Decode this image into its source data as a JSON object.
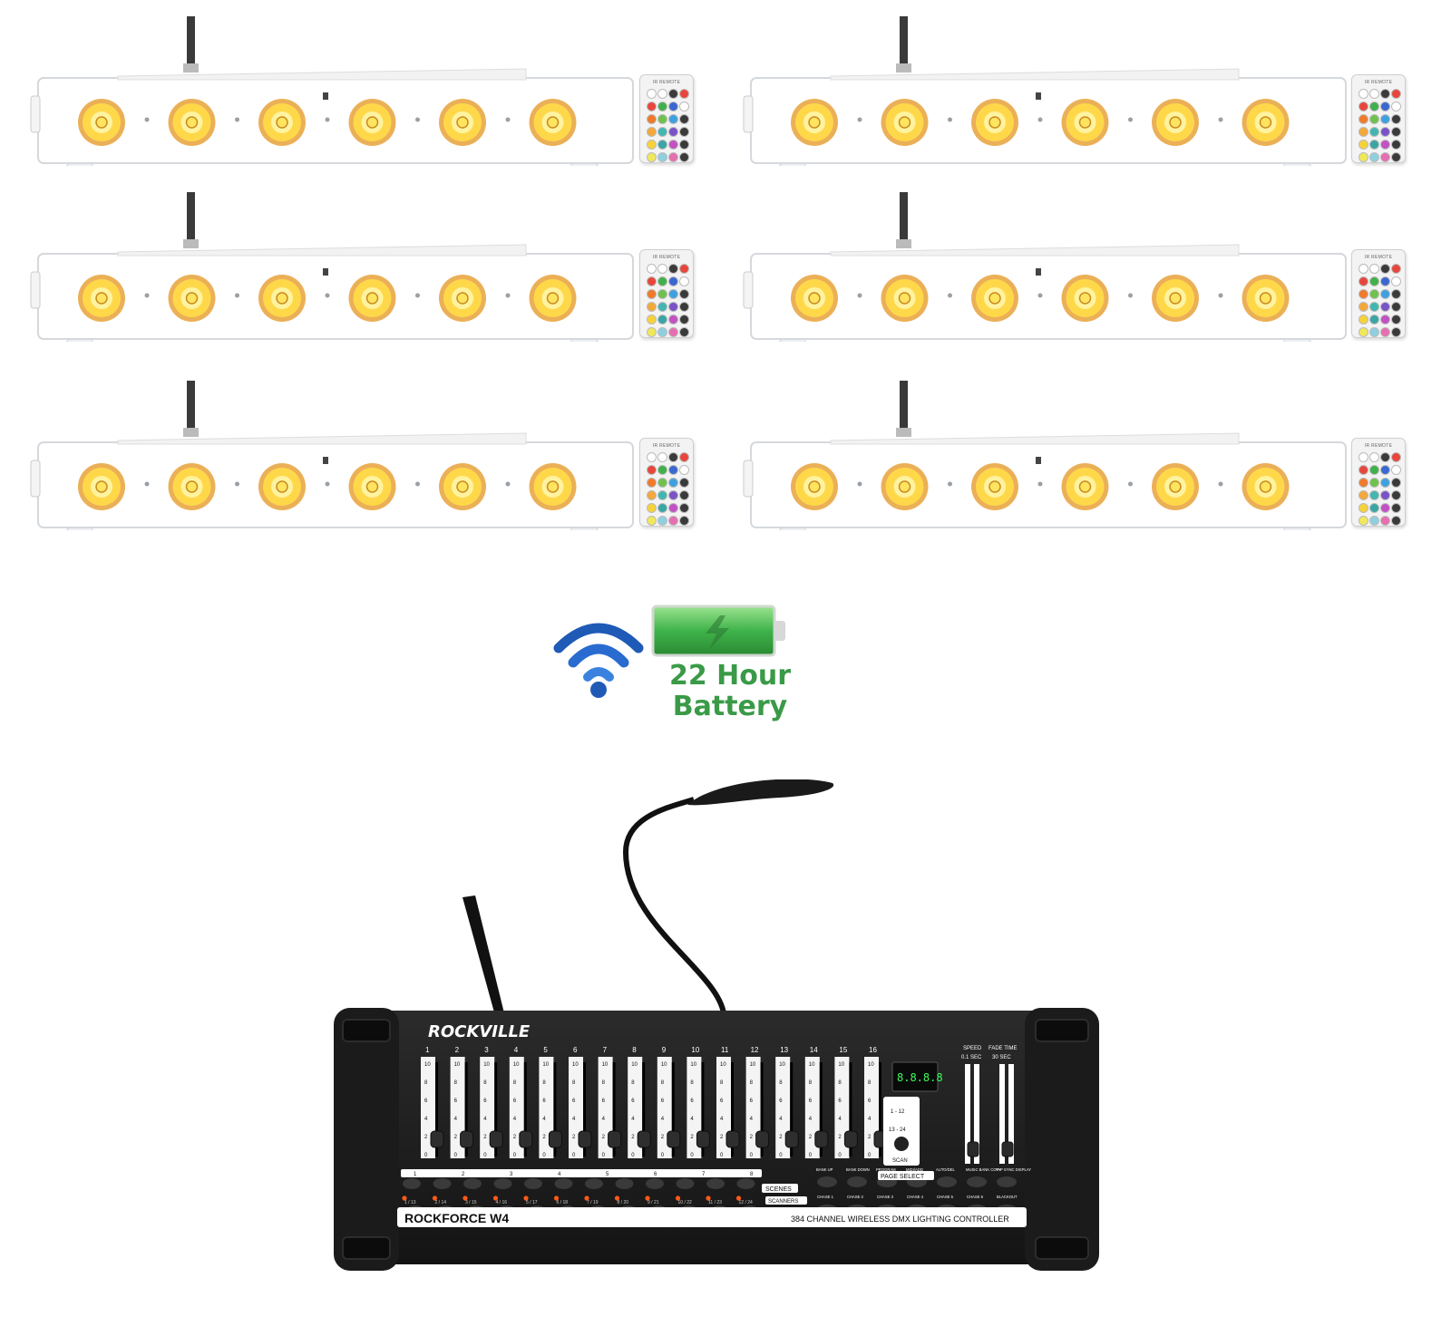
{
  "product_image": {
    "light_bar_count": 6,
    "leds_per_bar": 6,
    "remote": {
      "label": "IR REMOTE",
      "key_colors": [
        "#ffffff",
        "#ffffff",
        "#3a3a3a",
        "#e8463c",
        "#e8463c",
        "#3fb04a",
        "#3b67d1",
        "#ffffff",
        "#f07a2a",
        "#6ec24c",
        "#3fa0e0",
        "#3a3a3a",
        "#f4a83a",
        "#42b6b0",
        "#7a52c7",
        "#3a3a3a",
        "#f6d23a",
        "#3ba5a5",
        "#c351c4",
        "#3a3a3a",
        "#f0e85a",
        "#8fd0e0",
        "#e56fb0",
        "#3a3a3a"
      ]
    },
    "colors": {
      "led_glow": "#ffd84a",
      "led_ring": "#e8a23a",
      "housing": "#ffffff",
      "battery_green": "#3a9a47",
      "wifi_blue": "#1f5ab6"
    }
  },
  "battery_badge": {
    "line1": "22 Hour",
    "line2": "Battery"
  },
  "controller": {
    "brand": "ROCKVILLE",
    "model": "ROCKFORCE W4",
    "description": "384 CHANNEL WIRELESS DMX LIGHTING CONTROLLER",
    "channel_numbers": [
      "1",
      "2",
      "3",
      "4",
      "5",
      "6",
      "7",
      "8",
      "9",
      "10",
      "11",
      "12",
      "13",
      "14",
      "15",
      "16"
    ],
    "fader_scale": [
      "10",
      "8",
      "6",
      "4",
      "2",
      "0"
    ],
    "scene_numbers": [
      "1",
      "2",
      "3",
      "4",
      "5",
      "6",
      "7",
      "8"
    ],
    "scanner_labels": [
      "1 / 13",
      "2 / 14",
      "3 / 15",
      "4 / 16",
      "5 / 17",
      "6 / 18",
      "7 / 19",
      "8 / 20",
      "9 / 21",
      "10 / 22",
      "11 / 23",
      "12 / 24"
    ],
    "scenes_label": "SCENES",
    "scanners_label": "SCANNERS",
    "page_select_label": "PAGE SELECT",
    "page_ranges": [
      "1 - 12",
      "13 - 24"
    ],
    "scan_label": "SCAN",
    "display_value": "8.8.8.8",
    "speed_label": "SPEED",
    "fade_time_label": "FADE TIME",
    "speed_min": "0.1 SEC",
    "fade_max": "30 SEC",
    "function_labels": [
      "BANK UP",
      "BANK DOWN",
      "PROGRAM",
      "MIDI/ADD",
      "AUTO/DEL",
      "MUSIC BANK COPY",
      "TAP SYNC DISPLAY"
    ],
    "chase_labels": [
      "CHASE 1",
      "CHASE 2",
      "CHASE 3",
      "CHASE 4",
      "CHASE 5",
      "CHASE 6",
      "BLACKOUT"
    ]
  }
}
